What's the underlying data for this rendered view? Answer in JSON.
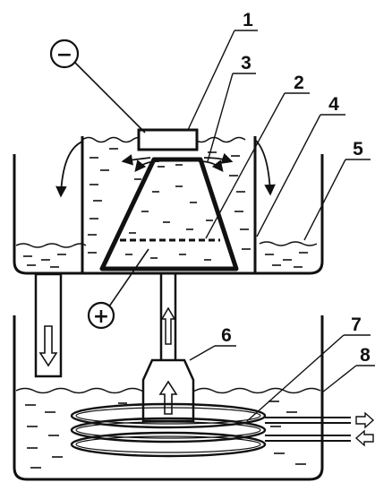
{
  "labels": {
    "l1": "1",
    "l2": "2",
    "l3": "3",
    "l4": "4",
    "l5": "5",
    "l6": "6",
    "l7": "7",
    "l8": "8"
  },
  "terminals": {
    "negative": "−",
    "positive": "+"
  }
}
